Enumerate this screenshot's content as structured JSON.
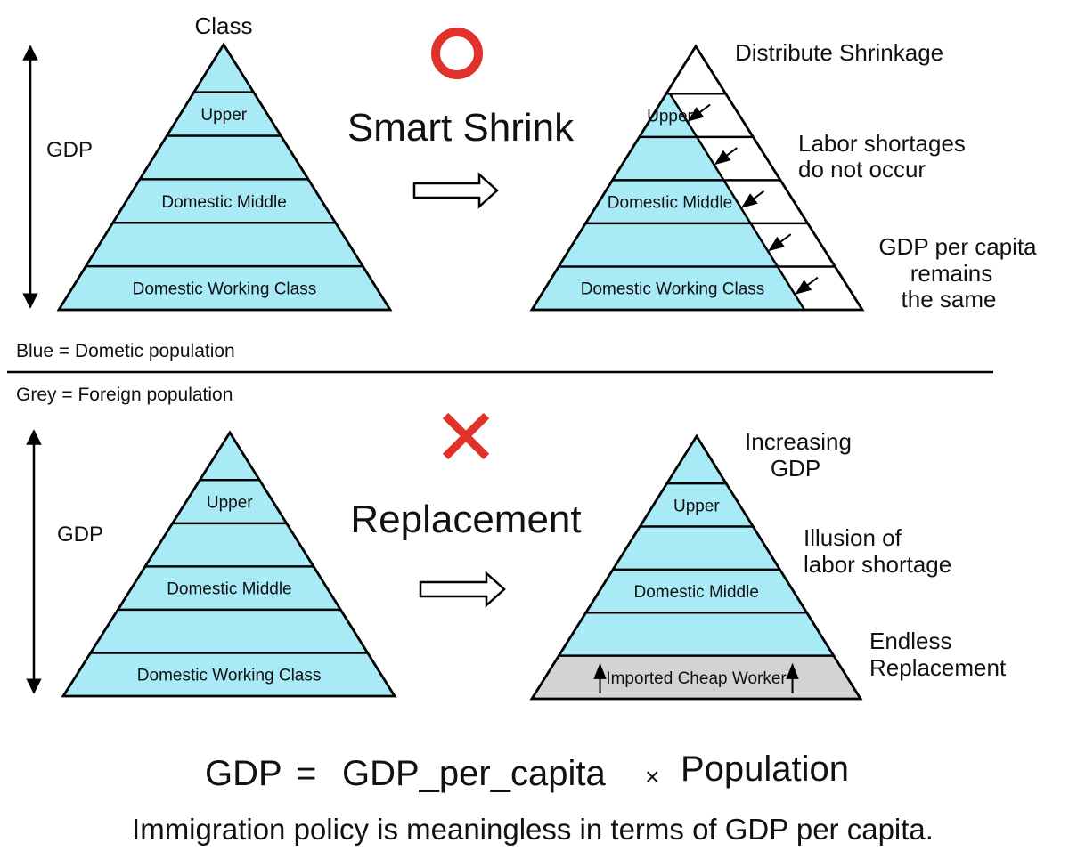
{
  "colors": {
    "domestic": "#a8ebf7",
    "foreign": "#d3d3d3",
    "outline": "#000000",
    "circle_mark": "#e0312a",
    "cross_mark": "#e0312a"
  },
  "top": {
    "left_pyramid": {
      "class_label": "Class",
      "axis_label": "GDP",
      "layers": [
        "",
        "Upper",
        "",
        "Domestic Middle",
        "",
        "Domestic Working Class"
      ]
    },
    "verdict_icon": "red-circle-icon",
    "title": "Smart Shrink",
    "right_pyramid": {
      "layers": [
        "",
        "Upper",
        "",
        "Domestic Middle",
        "",
        "Domestic Working Class"
      ],
      "notes": {
        "distribute": "Distribute Shrinkage",
        "labor_line1": "Labor shortages",
        "labor_line2": "do not occur",
        "gdp_line1": "GDP per capita",
        "gdp_line2": "remains",
        "gdp_line3": "the same"
      }
    }
  },
  "legend": {
    "blue": "Blue = Dometic population",
    "grey": "Grey = Foreign population"
  },
  "bottom": {
    "left_pyramid": {
      "axis_label": "GDP",
      "layers": [
        "",
        "Upper",
        "",
        "Domestic Middle",
        "",
        "Domestic Working Class"
      ]
    },
    "verdict_icon": "red-cross-icon",
    "title": "Replacement",
    "right_pyramid": {
      "layers": [
        "",
        "Upper",
        "",
        "Domestic Middle",
        "",
        "Imported Cheap Worker"
      ],
      "notes": {
        "increasing_line1": "Increasing",
        "increasing_line2": "GDP",
        "illusion_line1": "Illusion of",
        "illusion_line2": "labor shortage",
        "endless_line1": "Endless",
        "endless_line2": "Replacement"
      }
    }
  },
  "formula": {
    "lhs": "GDP",
    "eq": "=",
    "term1": "GDP_per_capita",
    "times": "×",
    "term2": "Population"
  },
  "conclusion": "Immigration policy is meaningless in terms of GDP per capita."
}
